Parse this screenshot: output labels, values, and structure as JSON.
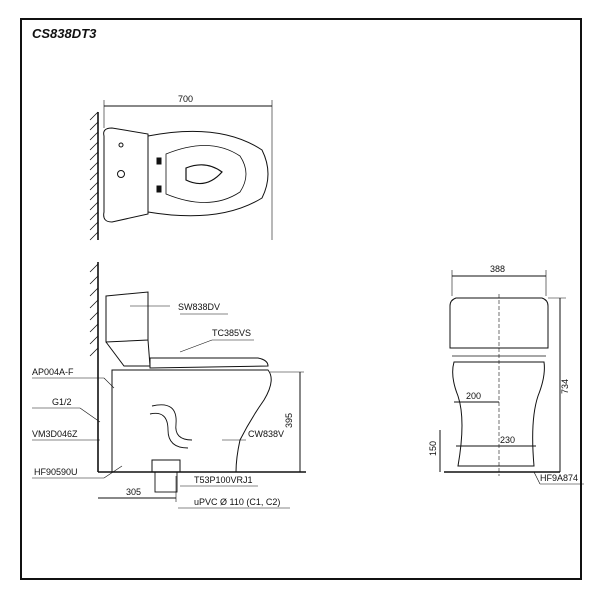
{
  "model_code": "CS838DT3",
  "dimensions": {
    "top_width": "700",
    "front_width": "388",
    "side_depth": "305",
    "side_height": "395",
    "front_height": "734",
    "inner_200": "200",
    "inner_230": "230",
    "inner_150": "150"
  },
  "parts": {
    "tank": "SW838DV",
    "seat": "TC385VS",
    "fill_valve": "AP004A-F",
    "thread": "G1/2",
    "stop_valve": "VM3D046Z",
    "flange": "HF90590U",
    "bowl": "CW838V",
    "drain": "T53P100VRJ1",
    "pipe": "uPVC Ø 110 (C1, C2)",
    "bolt": "HF9A874"
  }
}
